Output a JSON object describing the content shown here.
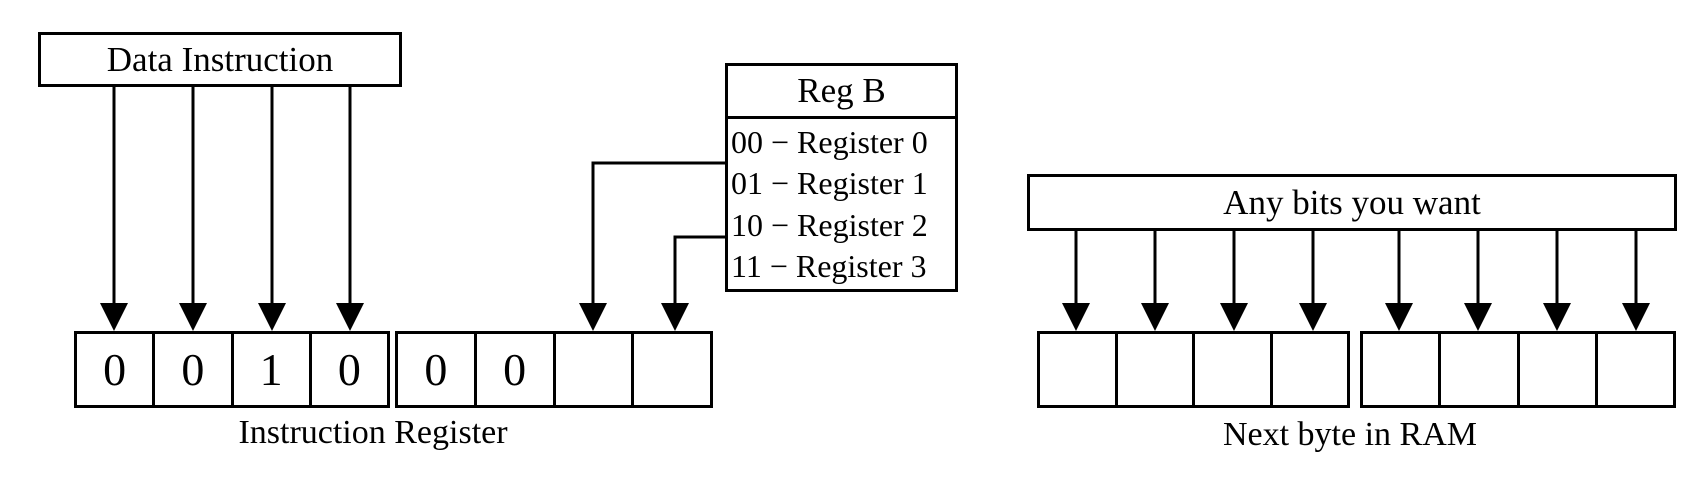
{
  "colors": {
    "ink": "#000000",
    "background": "#ffffff"
  },
  "data_instruction": {
    "label": "Data Instruction"
  },
  "reg_b": {
    "title": "Reg B",
    "options": [
      "00 − Register 0",
      "01 − Register 1",
      "10 − Register 2",
      "11 − Register 3"
    ]
  },
  "instruction_register": {
    "label": "Instruction Register",
    "opcode_bits": [
      "0",
      "0",
      "1",
      "0"
    ],
    "operand_bits": [
      "0",
      "0",
      "",
      ""
    ]
  },
  "any_bits": {
    "label": "Any bits you want"
  },
  "next_byte_ram": {
    "label": "Next byte in RAM",
    "high_bits": [
      "",
      "",
      "",
      ""
    ],
    "low_bits": [
      "",
      "",
      "",
      ""
    ]
  }
}
